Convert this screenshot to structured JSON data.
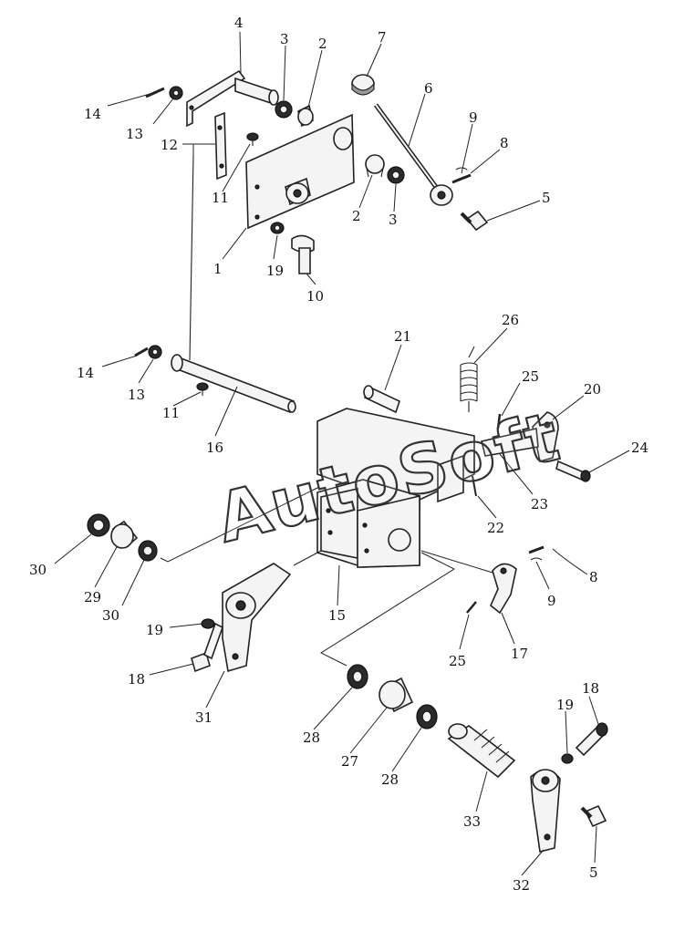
{
  "watermark": "AutoSoft",
  "callouts": [
    {
      "id": "c4a",
      "label": "4"
    },
    {
      "id": "c3a",
      "label": "3"
    },
    {
      "id": "c2a",
      "label": "2"
    },
    {
      "id": "c7",
      "label": "7"
    },
    {
      "id": "c14a",
      "label": "14"
    },
    {
      "id": "c13a",
      "label": "13"
    },
    {
      "id": "c12",
      "label": "12"
    },
    {
      "id": "c6",
      "label": "6"
    },
    {
      "id": "c9a",
      "label": "9"
    },
    {
      "id": "c8a",
      "label": "8"
    },
    {
      "id": "c11a",
      "label": "11"
    },
    {
      "id": "c2b",
      "label": "2"
    },
    {
      "id": "c3b",
      "label": "3"
    },
    {
      "id": "c5a",
      "label": "5"
    },
    {
      "id": "c1",
      "label": "1"
    },
    {
      "id": "c19a",
      "label": "19"
    },
    {
      "id": "c10",
      "label": "10"
    },
    {
      "id": "c26",
      "label": "26"
    },
    {
      "id": "c21",
      "label": "21"
    },
    {
      "id": "c14b",
      "label": "14"
    },
    {
      "id": "c13b",
      "label": "13"
    },
    {
      "id": "c25a",
      "label": "25"
    },
    {
      "id": "c20",
      "label": "20"
    },
    {
      "id": "c11b",
      "label": "11"
    },
    {
      "id": "c16",
      "label": "16"
    },
    {
      "id": "c24",
      "label": "24"
    },
    {
      "id": "c23",
      "label": "23"
    },
    {
      "id": "c22",
      "label": "22"
    },
    {
      "id": "c30a",
      "label": "30"
    },
    {
      "id": "c29",
      "label": "29"
    },
    {
      "id": "c30b",
      "label": "30"
    },
    {
      "id": "c15",
      "label": "15"
    },
    {
      "id": "c8b",
      "label": "8"
    },
    {
      "id": "c9b",
      "label": "9"
    },
    {
      "id": "c19b",
      "label": "19"
    },
    {
      "id": "c25b",
      "label": "25"
    },
    {
      "id": "c17",
      "label": "17"
    },
    {
      "id": "c18a",
      "label": "18"
    },
    {
      "id": "c31",
      "label": "31"
    },
    {
      "id": "c28a",
      "label": "28"
    },
    {
      "id": "c27",
      "label": "27"
    },
    {
      "id": "c28b",
      "label": "28"
    },
    {
      "id": "c18b",
      "label": "18"
    },
    {
      "id": "c19c",
      "label": "19"
    },
    {
      "id": "c33",
      "label": "33"
    },
    {
      "id": "c32",
      "label": "32"
    },
    {
      "id": "c5b",
      "label": "5"
    }
  ]
}
